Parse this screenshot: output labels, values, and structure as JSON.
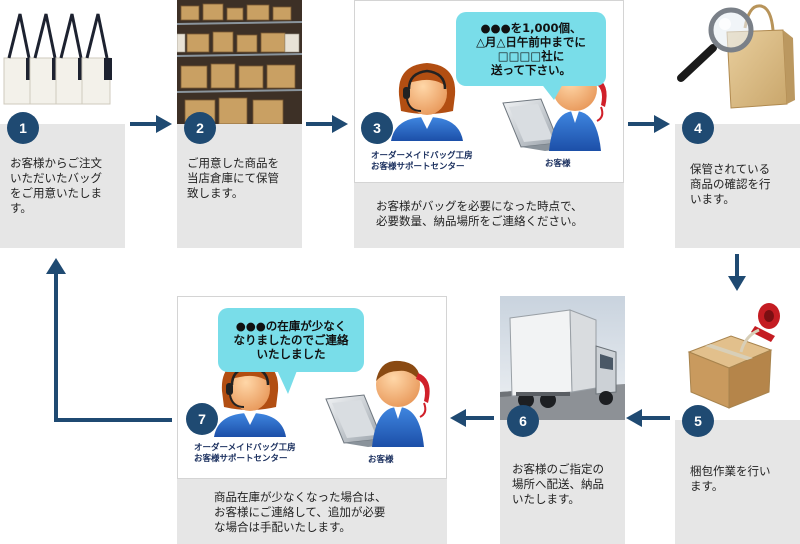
{
  "steps": [
    {
      "num": "1",
      "text": "お客様からご注文\nいただいたバッグ\nをご用意いたしま\nす。"
    },
    {
      "num": "2",
      "text": "ご用意した商品を\n当店倉庫にて保管\n致します。"
    },
    {
      "num": "3",
      "text": "お客様がバッグを必要になった時点で、\n必要数量、納品場所をご連絡ください。",
      "bubble": "●●●を1,000個、\n△月△日午前中までに\n□□□□社に\n送って下さい。",
      "support_label": "オーダーメイドバッグ工房\nお客様サポートセンター",
      "customer_label": "お客様"
    },
    {
      "num": "4",
      "text": "保管されている\n商品の確認を行\nいます。"
    },
    {
      "num": "5",
      "text": "梱包作業を行い\nます。"
    },
    {
      "num": "6",
      "text": "お客様のご指定の\n場所へ配送、納品\nいたします。"
    },
    {
      "num": "7",
      "text": "商品在庫が少なくなった場合は、\nお客様にご連絡して、追加が必要\nな場合は手配いたします。",
      "bubble": "●●●の在庫が少なく\nなりましたのでご連絡\nいたしました",
      "support_label": "オーダーメイドバッグ工房\nお客様サポートセンター",
      "customer_label": "お客様"
    }
  ],
  "colors": {
    "badge": "#1f4a72",
    "arrow": "#1f4a72",
    "card": "#e6e6e6",
    "bubble": "#79dde9"
  }
}
